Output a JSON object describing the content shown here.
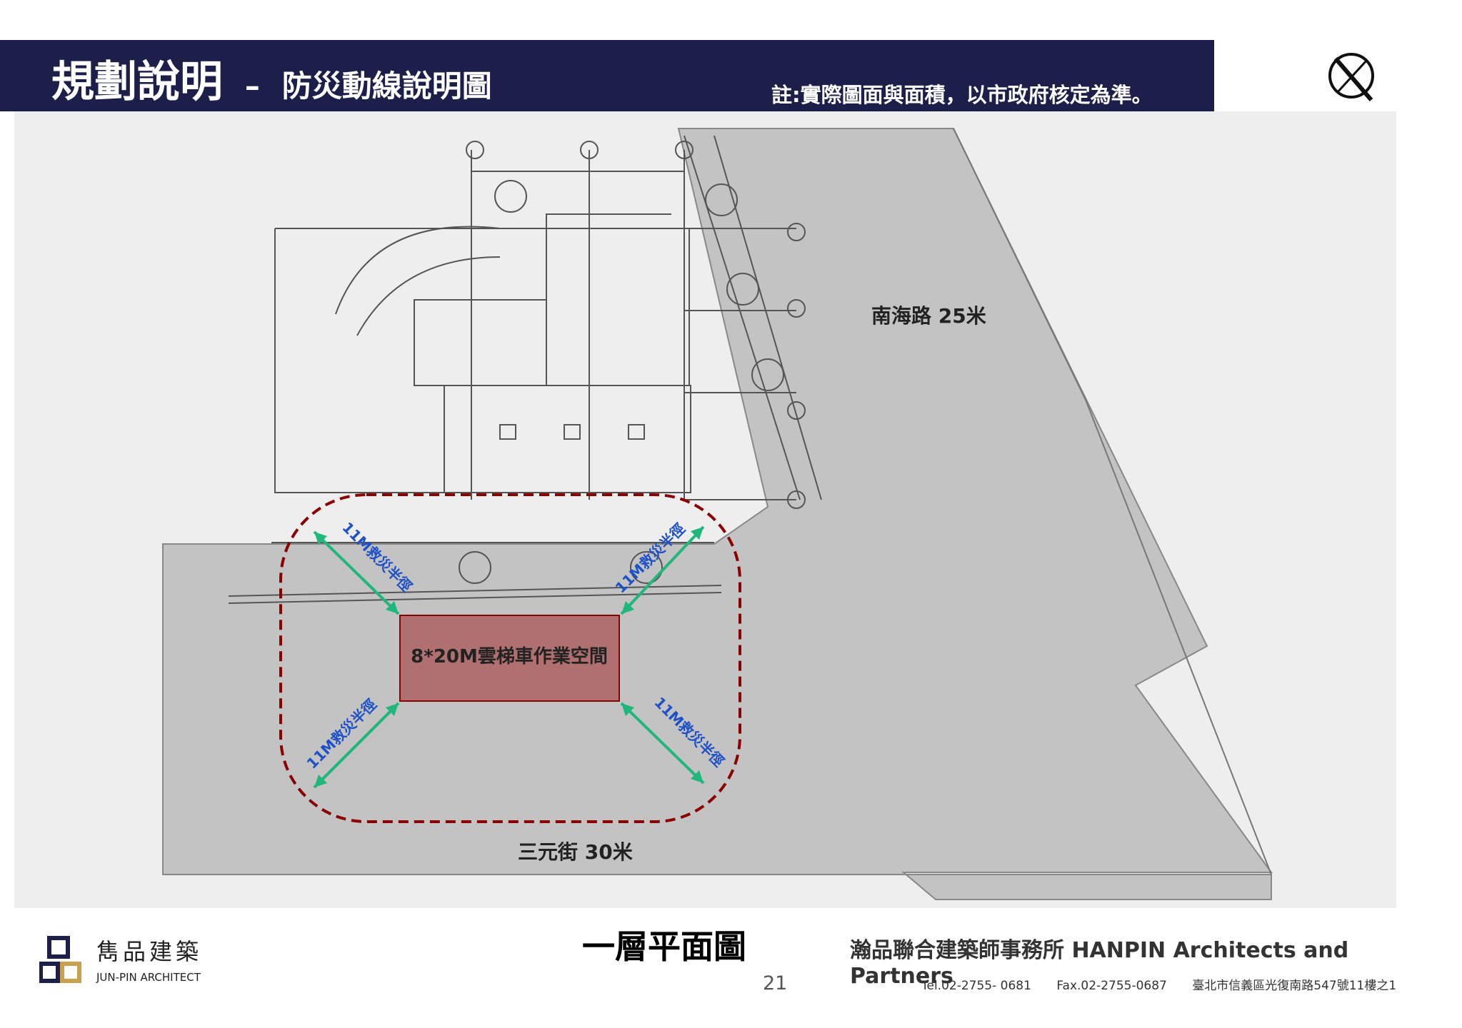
{
  "header": {
    "title": "規劃說明",
    "dash": "–",
    "subtitle": "防災動線說明圖",
    "note": "註:實際圖面與面積，以市政府核定為準。"
  },
  "plan": {
    "road_east": "南海路 25米",
    "road_south": "三元街 30米",
    "workspace_label": "8*20M雲梯車作業空間",
    "radius_label": "11M救災半徑",
    "accent_colors": {
      "header_bg": "#1c1f4a",
      "boundary": "#8b0000",
      "workspace_fill": "#b07070",
      "arrow": "#1fb87a",
      "radius_text": "#1e50c8"
    }
  },
  "caption": "一層平面圖",
  "page_number": "21",
  "footer": {
    "logo_cn": "雋品建築",
    "logo_en": "JUN-PIN ARCHITECT",
    "firm_name": "瀚品聯合建築師事務所  HANPIN Architects and Partners",
    "tel": "Tel.02-2755- 0681",
    "fax": "Fax.02-2755-0687",
    "address": "臺北市信義區光復南路547號11樓之1"
  }
}
